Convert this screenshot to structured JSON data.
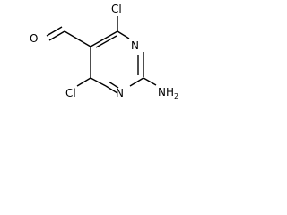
{
  "molecule": {
    "atoms": {
      "cl_top": "Cl",
      "cl_bottom": "Cl",
      "n_upper": "N",
      "n_lower": "N",
      "amine_n": "NH",
      "amine_h_count": "2",
      "aldehyde_o": "O"
    }
  }
}
